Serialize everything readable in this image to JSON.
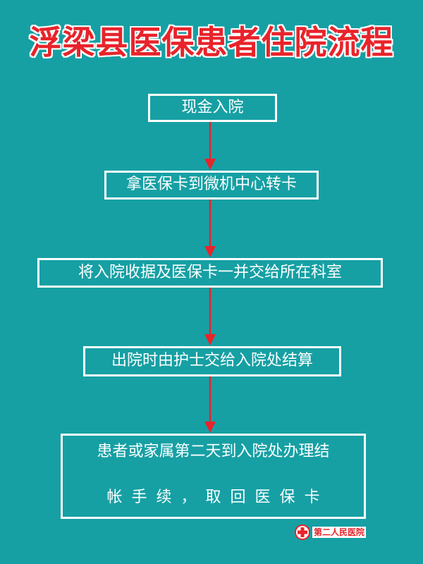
{
  "title": "浮梁县医保患者住院流程",
  "steps": [
    {
      "label": "现金入院"
    },
    {
      "label": "拿医保卡到微机中心转卡"
    },
    {
      "label": "将入院收据及医保卡一并交给所在科室"
    },
    {
      "label": "出院时由护士交给入院处结算"
    },
    {
      "line1": "患者或家属第二天到入院处办理结",
      "line2": "帐手续，取回医保卡"
    }
  ],
  "logo": {
    "text": "第二人民医院"
  },
  "colors": {
    "background": "#16a0a4",
    "title": "#e8232a",
    "arrow": "#e8232a",
    "box_border": "#ffffff"
  }
}
